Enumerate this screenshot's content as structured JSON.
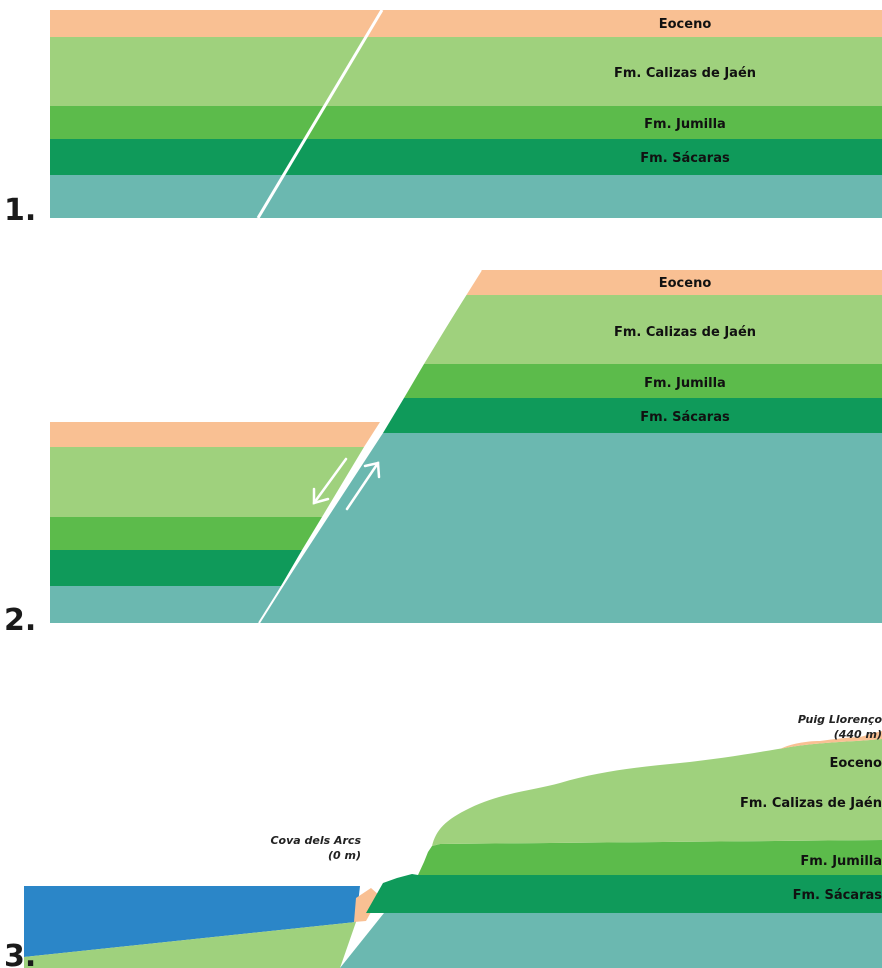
{
  "colors": {
    "eoceno": "#f9c093",
    "calizas": "#9fd17d",
    "jumilla": "#5cbb4b",
    "sacaras": "#0f9a5a",
    "base": "#6bb8b0",
    "sea": "#2b86c8",
    "fault": "#ffffff"
  },
  "panels": [
    {
      "number": "1.",
      "layers": [
        "Eoceno",
        "Fm. Calizas de Jaén",
        "Fm. Jumilla",
        "Fm. Sácaras"
      ]
    },
    {
      "number": "2.",
      "layers": [
        "Eoceno",
        "Fm. Calizas de Jaén",
        "Fm. Jumilla",
        "Fm. Sácaras"
      ]
    },
    {
      "number": "3.",
      "layers": [
        "Eoceno",
        "Fm. Calizas de Jaén",
        "Fm. Jumilla",
        "Fm. Sácaras"
      ],
      "places": [
        {
          "name": "Puig Llorenço",
          "elevation": "(440 m)"
        },
        {
          "name": "Cova dels Arcs",
          "elevation": "(0 m)"
        }
      ]
    }
  ]
}
